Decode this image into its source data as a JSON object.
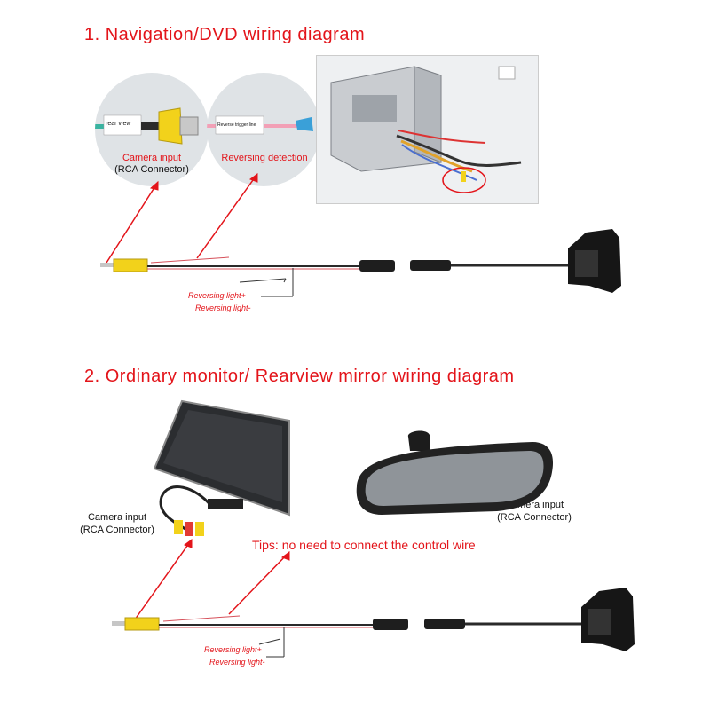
{
  "section1": {
    "title": "1. Navigation/DVD wiring diagram",
    "circle1": {
      "tag": "rear view",
      "label_line1": "Camera input",
      "label_line2": "(RCA Connector)"
    },
    "circle2": {
      "tag": "Reverse trigger line",
      "label": "Reversing detection"
    },
    "wire_labels": {
      "plus": "Reversing light+",
      "minus": "Reversing light-"
    }
  },
  "section2": {
    "title": "2.  Ordinary monitor/ Rearview mirror wiring diagram",
    "monitor_label_line1": "Camera input",
    "monitor_label_line2": "(RCA Connector)",
    "mirror_label_line1": "Camera input",
    "mirror_label_line2": "(RCA Connector)",
    "tips": "Tips: no need to connect the control wire",
    "wire_labels": {
      "plus": "Reversing light+",
      "minus": "Reversing light-"
    }
  },
  "colors": {
    "accent_red": "#e3141a",
    "rca_yellow": "#f2d21b",
    "wire": "#2a2a2a"
  }
}
